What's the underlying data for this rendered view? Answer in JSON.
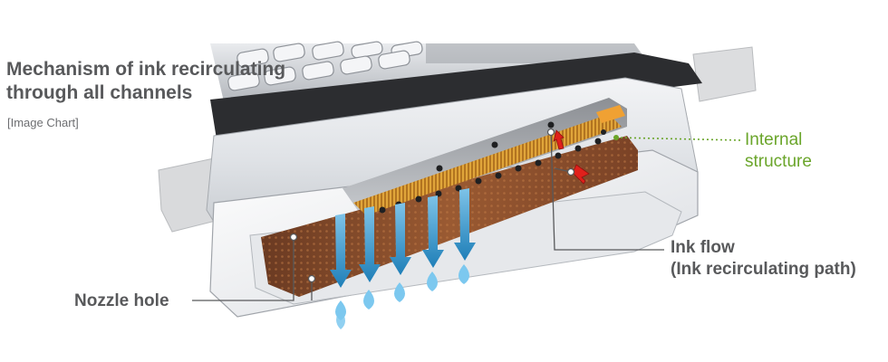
{
  "title": {
    "line1": "Mechanism of ink recirculating",
    "line2": "through all channels"
  },
  "subtitle": "[Image Chart]",
  "labels": {
    "internal_structure": {
      "line1": "Internal",
      "line2": "structure"
    },
    "ink_flow": {
      "line1": "Ink flow",
      "line2": "(Ink recirculating path)"
    },
    "nozzle_hole": "Nozzle hole"
  },
  "colors": {
    "title_text": "#58595b",
    "internal_structure_text": "#6aa52a",
    "ink_drop": "#7cc8ef",
    "ink_arrow": "#2b8fc6",
    "flow_arrow": "#e0201b",
    "channel_copper": "#a0522d",
    "comb_gold": "#d89b2a"
  },
  "icons": [
    "heatsink-fins",
    "downward-ink-arrow",
    "ink-droplet",
    "red-flow-arrow"
  ]
}
